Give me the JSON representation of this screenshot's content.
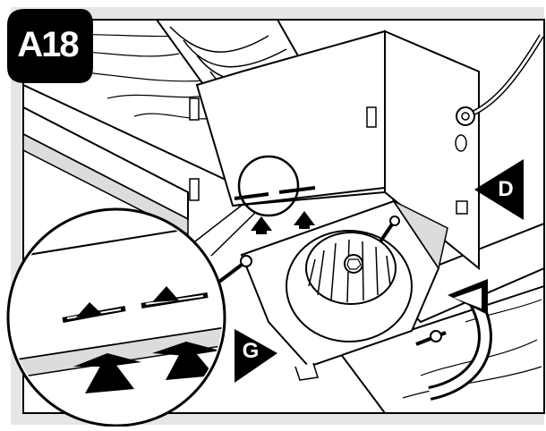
{
  "step": {
    "label": "A18"
  },
  "callouts": {
    "d": "D",
    "g": "G"
  },
  "colors": {
    "ink": "#000000",
    "frame": "#e6e6e6",
    "paper": "#ffffff",
    "shade": "#dcdcdc",
    "dark": "#1a1a1a"
  }
}
